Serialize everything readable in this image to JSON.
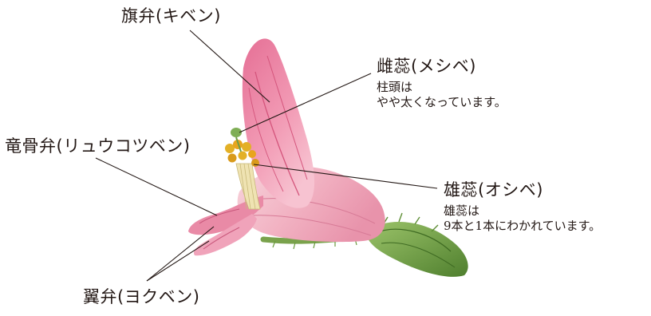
{
  "labels": {
    "standard": {
      "title": "旗弁(キベン)"
    },
    "pistil": {
      "title": "雌蕊(メシベ)",
      "note1": "柱頭は",
      "note2": "やや太くなっています。"
    },
    "keel": {
      "title": "竜骨弁(リュウコツベン)"
    },
    "stamen": {
      "title": "雄蕊(オシベ)",
      "note1": "雄蕊は",
      "note2": "9本と1本にわかれています。"
    },
    "wing": {
      "title": "翼弁(ヨクベン)"
    }
  },
  "colors": {
    "petal_pink": "#e88aa8",
    "petal_light": "#f6c4d2",
    "calyx_green": "#6f9c45",
    "anther_yellow": "#e3b026",
    "filament": "#efe3b2",
    "line": "#231815"
  }
}
